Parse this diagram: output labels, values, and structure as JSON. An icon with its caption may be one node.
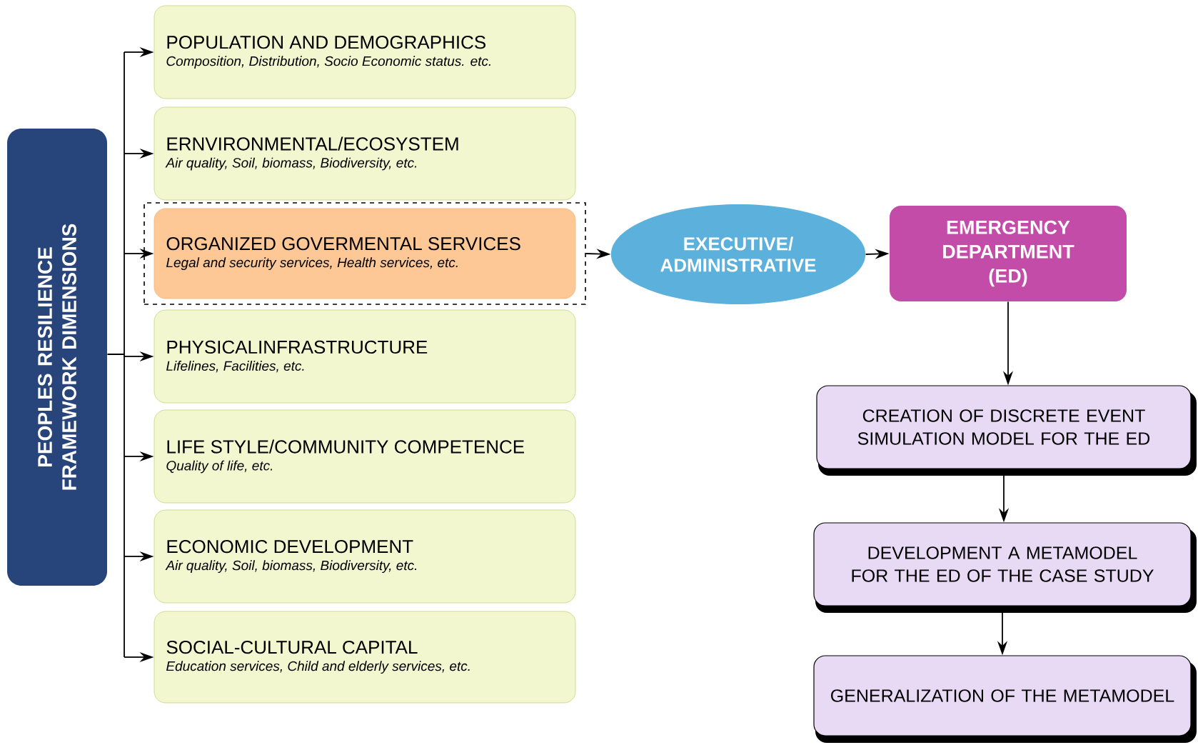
{
  "diagram": {
    "nodes": [
      {
        "text": [
          "PEOPLES RESILIENCE FRAMEWORK DIMENSIONS"
        ]
      },
      {
        "text": [
          "POPULATION AND DEMOGRAPHICS",
          "Composition, Distribution, Socio Economic status. etc."
        ]
      },
      {
        "text": [
          "ERNVIRONMENTAL/ECOSYSTEM",
          "Air quality, Soil, biomass, Biodiversity, etc."
        ]
      },
      {
        "text": [],
        "shape": "box"
      },
      {
        "text": [
          "ORGANIZED GOVERMENTAL SERVICES",
          "Legal and security services, Health services, etc."
        ],
        "in": 3
      },
      {
        "text": [
          "PHYSICALINFRASTRUCTURE",
          "Lifelines, Facilities, etc."
        ]
      },
      {
        "text": [
          "LIFE STYLE/COMMUNITY COMPETENCE",
          "Quality of life, etc."
        ]
      },
      {
        "text": [
          "ECONOMIC DEVELOPMENT",
          "Air quality, Soil, biomass, Biodiversity, etc."
        ]
      },
      {
        "text": [
          "SOCIAL-CULTURAL CAPITAL",
          "Education services, Child and elderly services, etc."
        ]
      },
      {
        "text": [
          "EXECUTIVE/ ADMINISTRATIVE"
        ]
      },
      {
        "text": [
          "EMERGENCY DEPARTMENT (ED)"
        ]
      },
      {
        "text": [
          "CREATION OF DISCRETE EVENT SIMULATION MODEL FOR THE ED"
        ]
      },
      {
        "text": [
          "DEVELOPMENT A METAMODEL FOR THE ED OF THE CASE STUDY"
        ]
      },
      {
        "text": [
          "GENERALIZATION OF THE METAMODEL"
        ]
      }
    ],
    "edges": [
      {
        "from": 0,
        "to": 1,
        "arrow": "to"
      },
      {
        "from": 0,
        "to": 2,
        "arrow": "to"
      },
      {
        "from": 0,
        "to": 4,
        "arrow": "to"
      },
      {
        "from": 0,
        "to": 5,
        "arrow": "to"
      },
      {
        "from": 0,
        "to": 6,
        "arrow": "to"
      },
      {
        "from": 0,
        "to": 7,
        "arrow": "to"
      },
      {
        "from": 0,
        "to": 8,
        "arrow": "to"
      },
      {
        "from": 3,
        "to": 9,
        "arrow": "to"
      },
      {
        "from": 9,
        "to": 10,
        "arrow": "to"
      },
      {
        "from": 10,
        "to": 11,
        "arrow": "to"
      },
      {
        "from": 11,
        "to": 12,
        "arrow": "to"
      },
      {
        "from": 12,
        "to": 13,
        "arrow": "to"
      }
    ]
  }
}
